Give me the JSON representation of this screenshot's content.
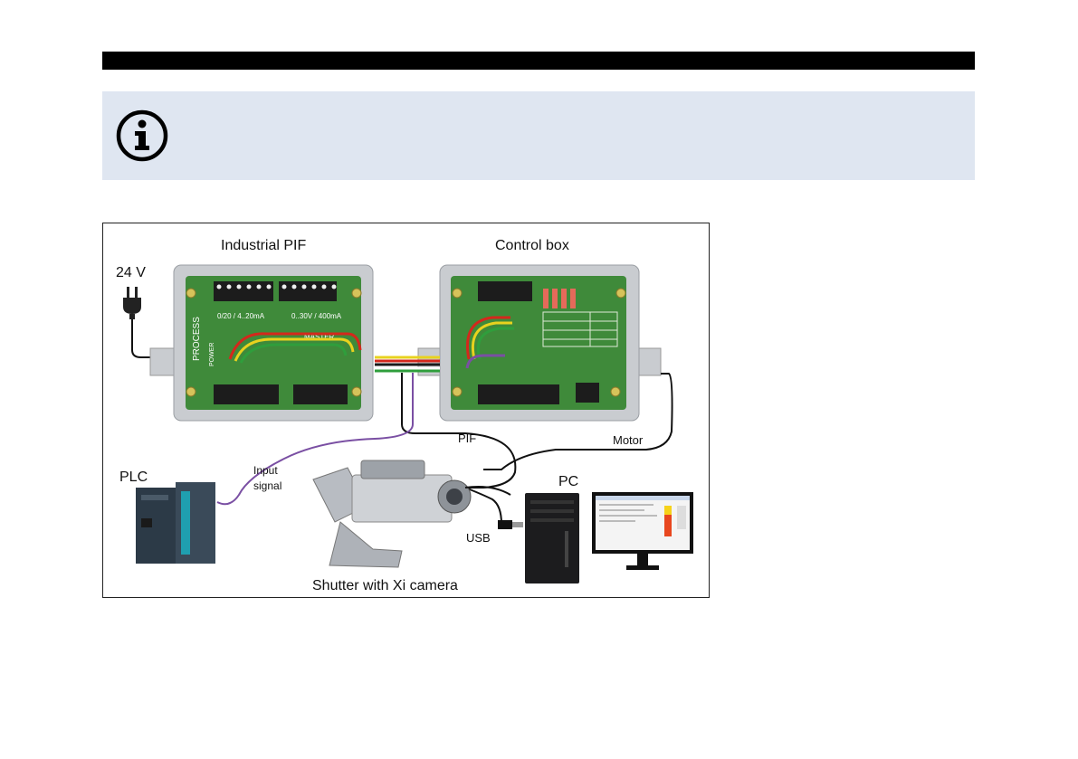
{
  "figure": {
    "labels": {
      "industrial_pif": "Industrial PIF",
      "control_box": "Control box",
      "voltage": "24 V",
      "plc": "PLC",
      "input_signal_line1": "Input",
      "input_signal_line2": "signal",
      "pif_cable": "PIF",
      "motor_cable": "Motor",
      "usb": "USB",
      "pc": "PC",
      "shutter_camera": "Shutter with Xi camera"
    },
    "board_text": {
      "pif_process": "PROCESS",
      "pif_power": "POWER",
      "pif_current": "0/20 / 4..20mA",
      "pif_relay": "0..30V / 400mA",
      "pif_master": "MASTER"
    }
  },
  "colors": {
    "info_background": "#dfe6f1",
    "pcb_green": "#3f8a3a",
    "housing_gray": "#c9ccd0",
    "wire_purple": "#7a4fa3",
    "wire_red": "#d4281c",
    "wire_yellow": "#e8d21e",
    "wire_green": "#2f9e3c"
  }
}
